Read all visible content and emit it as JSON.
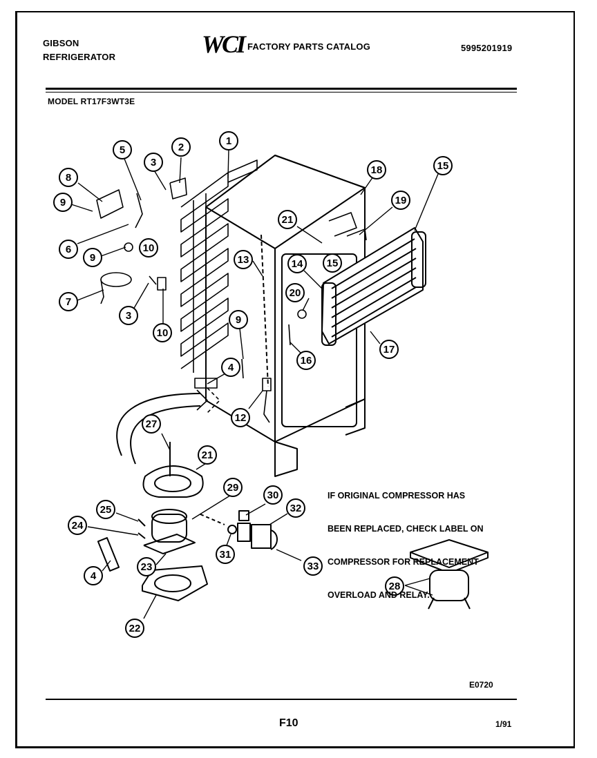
{
  "header": {
    "brand_line1": "GIBSON",
    "brand_line2": "REFRIGERATOR",
    "logo_text": "WCI",
    "catalog_title": "FACTORY PARTS CATALOG",
    "catalog_number": "5995201919",
    "model_label": "MODEL RT17F3WT3E"
  },
  "diagram": {
    "callouts": [
      "1",
      "2",
      "3",
      "5",
      "8",
      "9",
      "6",
      "9",
      "10",
      "7",
      "3",
      "10",
      "13",
      "9",
      "4",
      "12",
      "27",
      "21",
      "25",
      "24",
      "4",
      "29",
      "30",
      "32",
      "23",
      "31",
      "33",
      "22",
      "18",
      "15",
      "19",
      "21",
      "14",
      "15",
      "20",
      "16",
      "17",
      "28"
    ]
  },
  "note": {
    "lines": [
      "IF ORIGINAL COMPRESSOR HAS",
      "BEEN REPLACED, CHECK LABEL ON",
      "COMPRESSOR FOR REPLACEMENT",
      "OVERLOAD AND RELAY."
    ]
  },
  "footer": {
    "drawing_code": "E0720",
    "page_label": "F10",
    "date": "1/91"
  }
}
